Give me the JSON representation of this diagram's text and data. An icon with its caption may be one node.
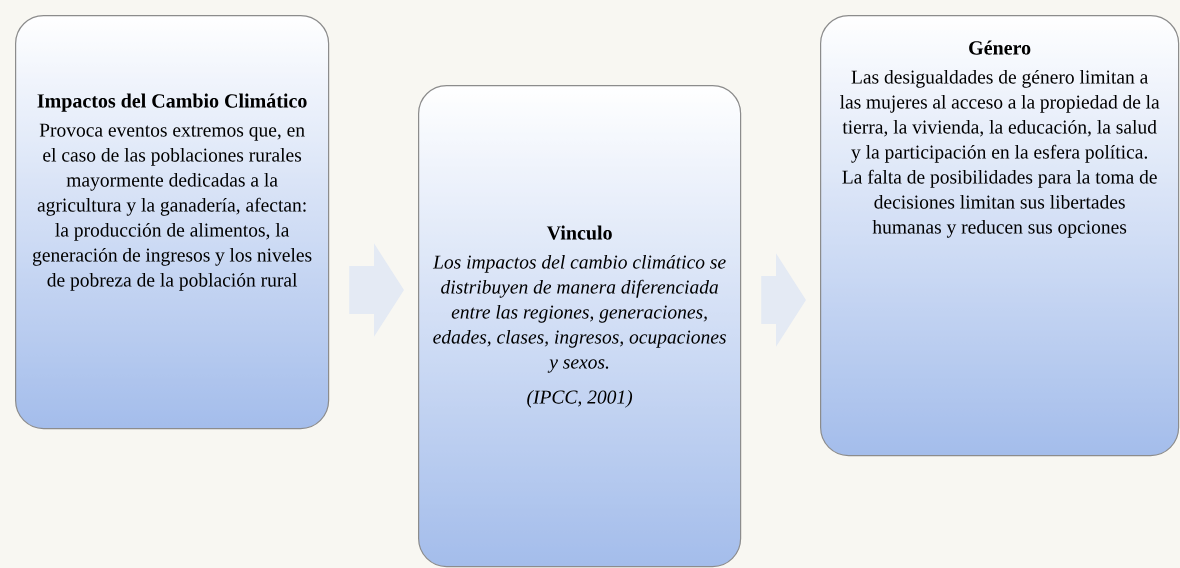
{
  "diagram": {
    "nodes": [
      {
        "text": [
          "Impactos del Cambio Climático",
          "Provoca eventos extremos que, en el caso de las poblaciones rurales mayormente dedicadas a la agricultura y la ganadería, afectan: la producción de alimentos, la generación de ingresos y los niveles de pobreza de la población rural"
        ]
      },
      {
        "text": [
          "Vinculo",
          "Los impactos del cambio climático se distribuyen de manera diferenciada entre las regiones, generaciones, edades, clases, ingresos, ocupaciones y sexos.",
          "(IPCC, 2001)"
        ]
      },
      {
        "text": [
          "Género",
          "Las desigualdades de género limitan a las mujeres al acceso a la propiedad de la tierra, la vivienda, la educación, la salud y la participación en la esfera política. La falta de posibilidades para la toma de decisiones limitan sus libertades humanas y reducen sus opciones"
        ]
      }
    ],
    "edges": [
      {
        "from": 0,
        "to": 1,
        "arrow": "to"
      },
      {
        "from": 1,
        "to": 2,
        "arrow": "to"
      }
    ]
  }
}
